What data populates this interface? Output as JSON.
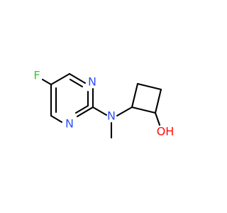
{
  "molecule": {
    "atoms": {
      "fluorine": {
        "label": "F",
        "color": "#33cc33"
      },
      "nitrogen_ring_top": {
        "label": "N",
        "color": "#3050f8"
      },
      "nitrogen_ring_bottom": {
        "label": "N",
        "color": "#3050f8"
      },
      "nitrogen_amine": {
        "label": "N",
        "color": "#3050f8"
      },
      "hydroxyl": {
        "label": "OH",
        "color": "#ff0d0d"
      }
    },
    "bond_color": "#000000"
  }
}
